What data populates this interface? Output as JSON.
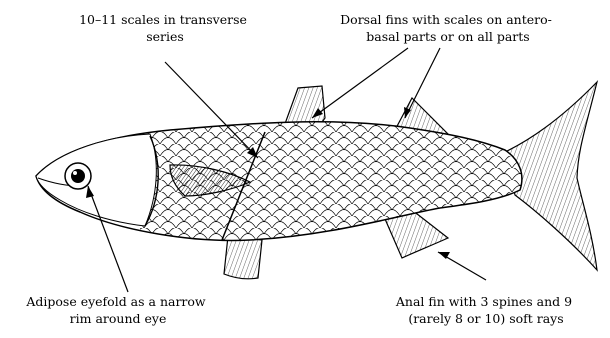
{
  "figure": {
    "callouts": [
      {
        "lines": [
          "10–11 scales in transverse",
          "series"
        ]
      },
      {
        "lines": [
          "Dorsal fins with scales on antero-",
          "basal parts or on all parts"
        ]
      },
      {
        "lines": [
          "Adipose eyefold as a narrow",
          "rim around eye"
        ]
      },
      {
        "lines": [
          "Anal fin with 3 spines and 9",
          "(rarely 8 or 10) soft rays"
        ]
      }
    ]
  }
}
